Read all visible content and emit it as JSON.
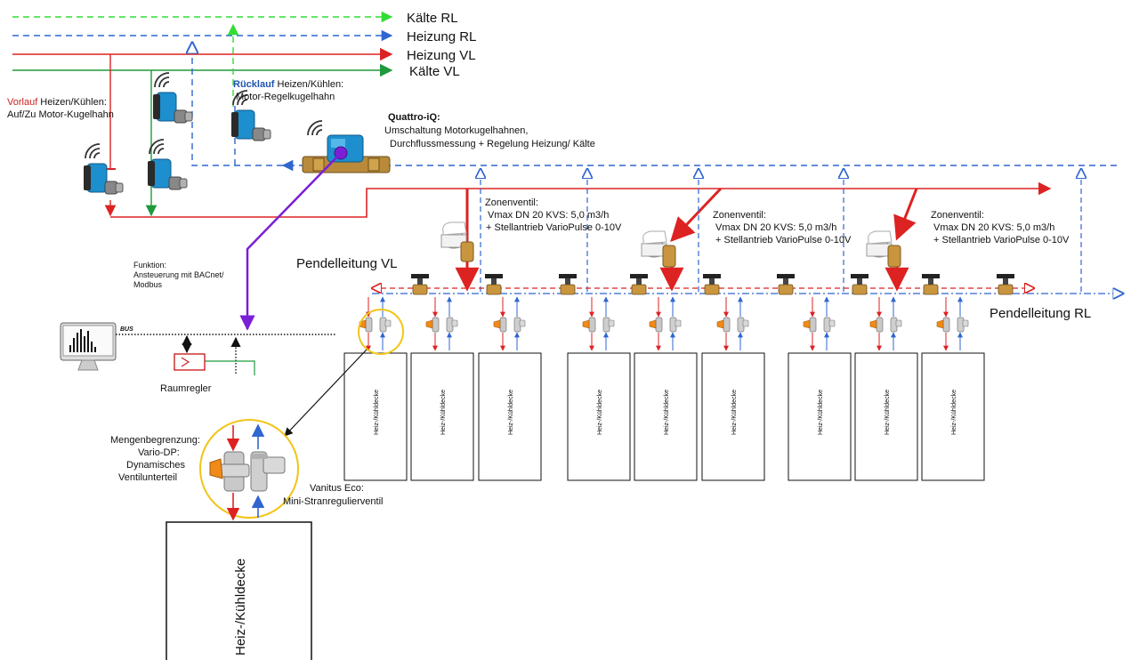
{
  "legend": {
    "kaelte_rl": "Kälte RL",
    "heizung_rl": "Heizung RL",
    "heizung_vl": "Heizung VL",
    "kaelte_vl": "Kälte VL"
  },
  "vorlauf": {
    "prefix": "Vorlauf",
    "line1_rest": " Heizen/Kühlen:",
    "line2": "Auf/Zu Motor-Kugelhahn"
  },
  "ruecklauf": {
    "prefix": "Rücklauf",
    "line1_rest": " Heizen/Kühlen:",
    "line2": "Motor-Regelkugelhahn"
  },
  "quattro": {
    "title": "Quattro-iQ:",
    "line1": "Umschaltung  Motorkugelhahnen,",
    "line2": "Durchflussmessung + Regelung Heizung/ Kälte"
  },
  "zonenventil": {
    "title": "Zonenventil:",
    "line1": "Vmax DN 20 KVS: 5,0 m3/h",
    "line2": "+ Stellantrieb VarioPulse 0-10V"
  },
  "pendel_vl": "Pendelleitung VL",
  "pendel_rl": "Pendelleitung RL",
  "funktion": {
    "line1": "Funktion:",
    "line2": "Ansteuerung mit BACnet/",
    "line3": "Modbus"
  },
  "bus": "BUS",
  "raumregler": "Raumregler",
  "mengen": {
    "line1": "Mengenbegrenzung:",
    "line2": "Vario-DP:",
    "line3": "Dynamisches",
    "line4": "Ventilunterteil"
  },
  "vanitus": {
    "line1": "Vanitus Eco:",
    "line2": "Mini-Stranregulierventil"
  },
  "panel_label": "Heiz-/Kühldecke",
  "big_panel_label": "Heiz-/Kühldecke",
  "colors": {
    "heating": "#dd2222",
    "cooling_vl": "#1e9a3c",
    "cooling_rl": "#33dd33",
    "return_blue": "#2f66d0",
    "purple": "#7a1fd6",
    "highlight": "#f2c418",
    "label_blue": "#1e55b0"
  }
}
